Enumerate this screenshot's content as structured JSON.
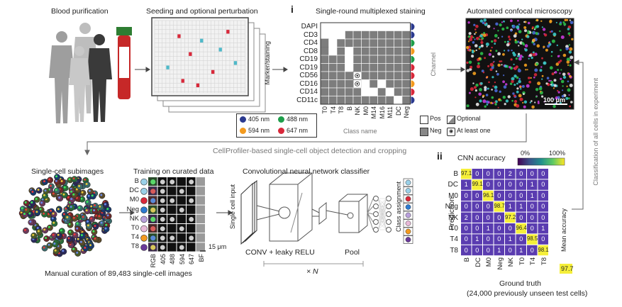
{
  "headings": {
    "blood": "Blood purification",
    "seeding": "Seeding and optional perturbation",
    "panel_i_marker": "i",
    "staining": "Single-round multiplexed staining",
    "microscopy": "Automated confocal microscopy",
    "cellprofiler": "CellProfiler-based single-cell object detection and cropping",
    "subimages": "Single-cell subimages",
    "training": "Training on curated data",
    "cnn": "Convolutional neural network classifier",
    "panel_ii_marker": "ii",
    "cnn_accuracy": "CNN accuracy",
    "manual_curation": "Manual curation of 89,483 single-cell images",
    "classification_side": "Classification of all cells in experiment"
  },
  "staining": {
    "markers": [
      "DAPI",
      "CD3",
      "CD4",
      "CD8",
      "CD19",
      "CD19",
      "CD56",
      "CD16",
      "CD14",
      "CD11c"
    ],
    "classes": [
      "T0",
      "T4",
      "T8",
      "B",
      "NK",
      "M0",
      "M14",
      "M16",
      "M11",
      "DC",
      "Neg"
    ],
    "y_axis": "Marker/staining",
    "x_axis": "Class name",
    "channel_label": "Channel",
    "marker_channel_colors": [
      "#2b3a8f",
      "#2b3a8f",
      "#1e9e4a",
      "#f39a1e",
      "#1e9e4a",
      "#d8283a",
      "#d8283a",
      "#f39a1e",
      "#d8283a",
      "#2b3a8f"
    ],
    "legend": {
      "pos": "Pos",
      "optional": "Optional",
      "neg": "Neg",
      "at_least_one": "At least one"
    },
    "grid": [
      "PPPPPPPPPPP",
      "PPPNNNNNNNN",
      "OPNNNNNNNNN",
      "OPNPNNNNNNN",
      "NNNPNNNNNNN",
      "NNNPNNNNNNN",
      "NNNNANNNNNN",
      "NNNNAPNPNNN",
      "NNNNNPPNPNN",
      "NNNNNNNNNPN"
    ]
  },
  "wavelengths": [
    {
      "label": "405 nm",
      "color": "#2b3a8f"
    },
    {
      "label": "488 nm",
      "color": "#1e9e4a"
    },
    {
      "label": "594 nm",
      "color": "#f39a1e"
    },
    {
      "label": "647 nm",
      "color": "#d8283a"
    }
  ],
  "microscopy": {
    "scale": "100 μm"
  },
  "training": {
    "rows": [
      "B",
      "DC",
      "M0",
      "Neg",
      "NK",
      "T0",
      "T4",
      "T8"
    ],
    "row_colors": [
      "#9ad0e8",
      "#9ad0e8",
      "#d8283a",
      "#2b7ad0",
      "#b9a0dc",
      "#e8b8d8",
      "#f39a1e",
      "#6a3a9a"
    ],
    "channels": [
      "RGB",
      "405",
      "488",
      "594",
      "647",
      "BF"
    ],
    "scale": "15 μm"
  },
  "cnn": {
    "input_label": "Single cell input",
    "conv_label": "CONV + leaky RELU",
    "pool_label": "Pool",
    "repeat_label": "× N",
    "output_label": "Class assignment",
    "output_colors": [
      "#9ad0e8",
      "#9ad0e8",
      "#d8283a",
      "#2b7ad0",
      "#b9a0dc",
      "#e8b8d8",
      "#f39a1e",
      "#6a3a9a"
    ]
  },
  "accuracy": {
    "colorbar_min": "0%",
    "colorbar_max": "100%",
    "row_labels": [
      "B",
      "DC",
      "M0",
      "Neg",
      "NK",
      "T0",
      "T4",
      "T8"
    ],
    "col_labels": [
      "B",
      "DC",
      "M0",
      "Neg",
      "NK",
      "T0",
      "T4",
      "T8"
    ],
    "matrix": [
      [
        "97.1",
        "0",
        "0",
        "0",
        "2",
        "0",
        "0",
        "0"
      ],
      [
        "1",
        "99.1",
        "0",
        "0",
        "0",
        "0",
        "1",
        "0"
      ],
      [
        "0",
        "0",
        "96.1",
        "0",
        "0",
        "0",
        "1",
        "0"
      ],
      [
        "0",
        "0",
        "0",
        "98.7",
        "1",
        "1",
        "0",
        "0"
      ],
      [
        "2",
        "0",
        "0",
        "0",
        "97.2",
        "0",
        "0",
        "0"
      ],
      [
        "0",
        "0",
        "1",
        "0",
        "0",
        "96.4",
        "0",
        "1"
      ],
      [
        "0",
        "1",
        "0",
        "0",
        "1",
        "0",
        "98.5",
        "0"
      ],
      [
        "0",
        "0",
        "0",
        "1",
        "0",
        "1",
        "0",
        "98.1"
      ]
    ],
    "ylabel": "Prediction",
    "xlabel": "Ground truth",
    "xlabel_sub": "(24,000 previously unseen test cells)",
    "mean_label": "Mean accuracy",
    "mean_value": "97.7"
  }
}
